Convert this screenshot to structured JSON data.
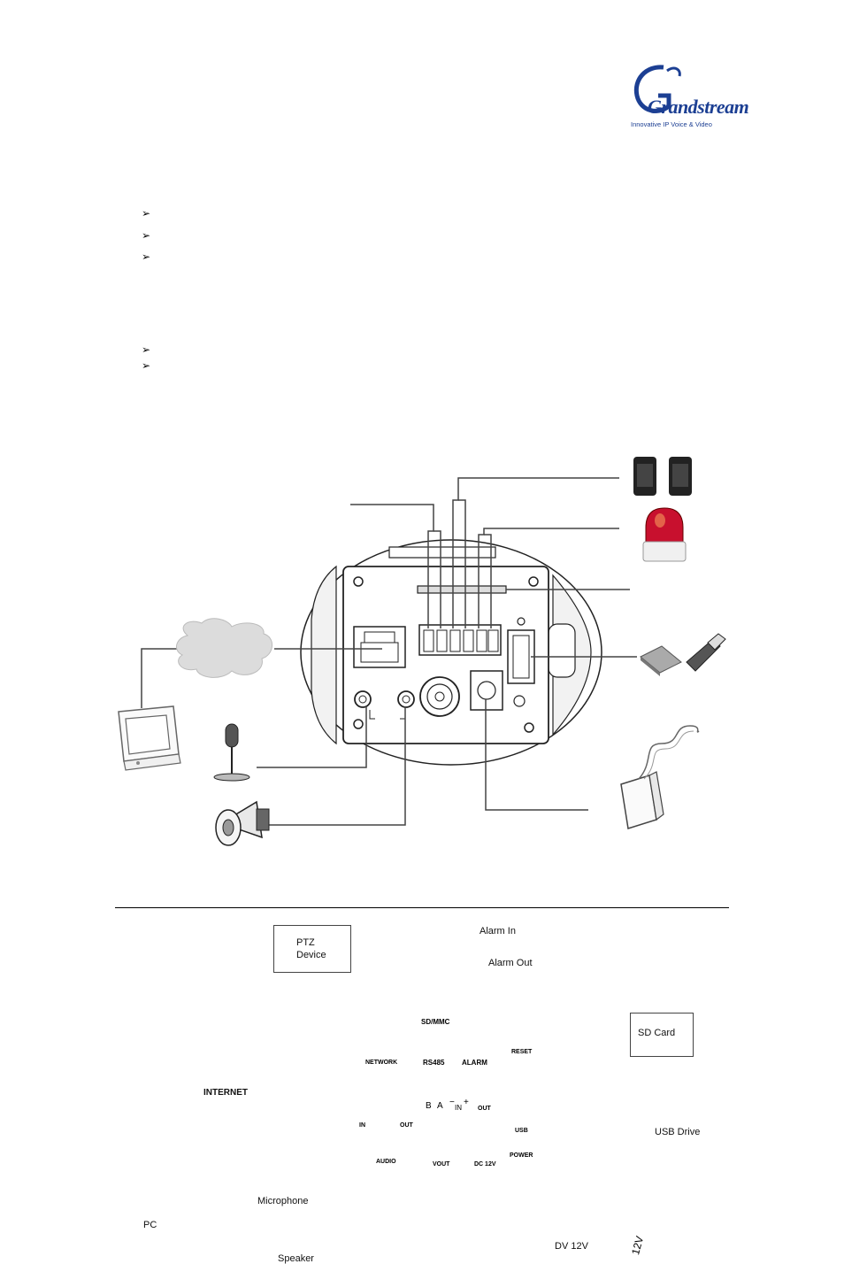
{
  "logo": {
    "wordmark": "Grandstream",
    "tagline": "Innovative IP Voice & Video"
  },
  "bullets_group_1": [
    "",
    "",
    ""
  ],
  "bullets_group_2": [
    "",
    ""
  ],
  "diagram": {
    "callouts": {
      "ptz": "PTZ\nDevice",
      "alarm_in": "Alarm In",
      "alarm_out": "Alarm Out",
      "sd_card": "SD Card",
      "internet": "INTERNET",
      "usb_drive": "USB Drive",
      "pc": "PC",
      "microphone": "Microphone",
      "speaker": "Speaker",
      "dv12v": "DV 12V"
    },
    "panel_labels": {
      "sdmmc": "SD/MMC",
      "network": "NETWORK",
      "rs485": "RS485",
      "alarm": "ALARM",
      "reset": "RESET",
      "usb": "USB",
      "power": "POWER",
      "audio_in": "IN",
      "audio_out": "OUT",
      "audio": "AUDIO",
      "vout": "VOUT",
      "dc_out": "OUT",
      "dc12v": "DC 12V",
      "pin_b": "B",
      "pin_a": "A",
      "pin_minus": "−",
      "pin_in": "IN",
      "pin_plus": "+",
      "adapter": "12V"
    }
  }
}
